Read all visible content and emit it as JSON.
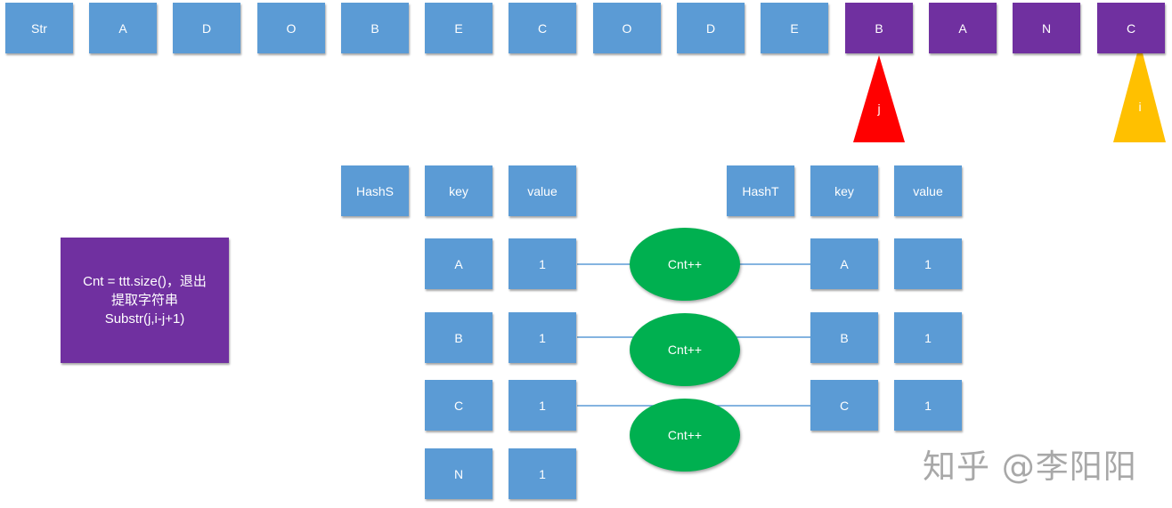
{
  "colors": {
    "box_blue": "#5b9bd5",
    "box_purple": "#7030a0",
    "ellipse_green": "#00b050",
    "pointer_j": "#ff0000",
    "pointer_i": "#ffc000"
  },
  "str_row": {
    "label": "Str",
    "cells": [
      "A",
      "D",
      "O",
      "B",
      "E",
      "C",
      "O",
      "D",
      "E",
      "B",
      "A",
      "N",
      "C"
    ],
    "highlighted_from_index": 9
  },
  "pointers": {
    "j": "j",
    "i": "i"
  },
  "hash_s": {
    "title": "HashS",
    "key_header": "key",
    "value_header": "value",
    "rows": [
      {
        "key": "A",
        "value": "1"
      },
      {
        "key": "B",
        "value": "1"
      },
      {
        "key": "C",
        "value": "1"
      },
      {
        "key": "N",
        "value": "1"
      }
    ]
  },
  "hash_t": {
    "title": "HashT",
    "key_header": "key",
    "value_header": "value",
    "rows": [
      {
        "key": "A",
        "value": "1"
      },
      {
        "key": "B",
        "value": "1"
      },
      {
        "key": "C",
        "value": "1"
      }
    ]
  },
  "counters": [
    "Cnt++",
    "Cnt++",
    "Cnt++"
  ],
  "note": {
    "line1": "Cnt = ttt.size()，退出",
    "line2": "提取字符串",
    "line3": "Substr(j,i-j+1)"
  },
  "watermark": "知乎 @李阳阳"
}
